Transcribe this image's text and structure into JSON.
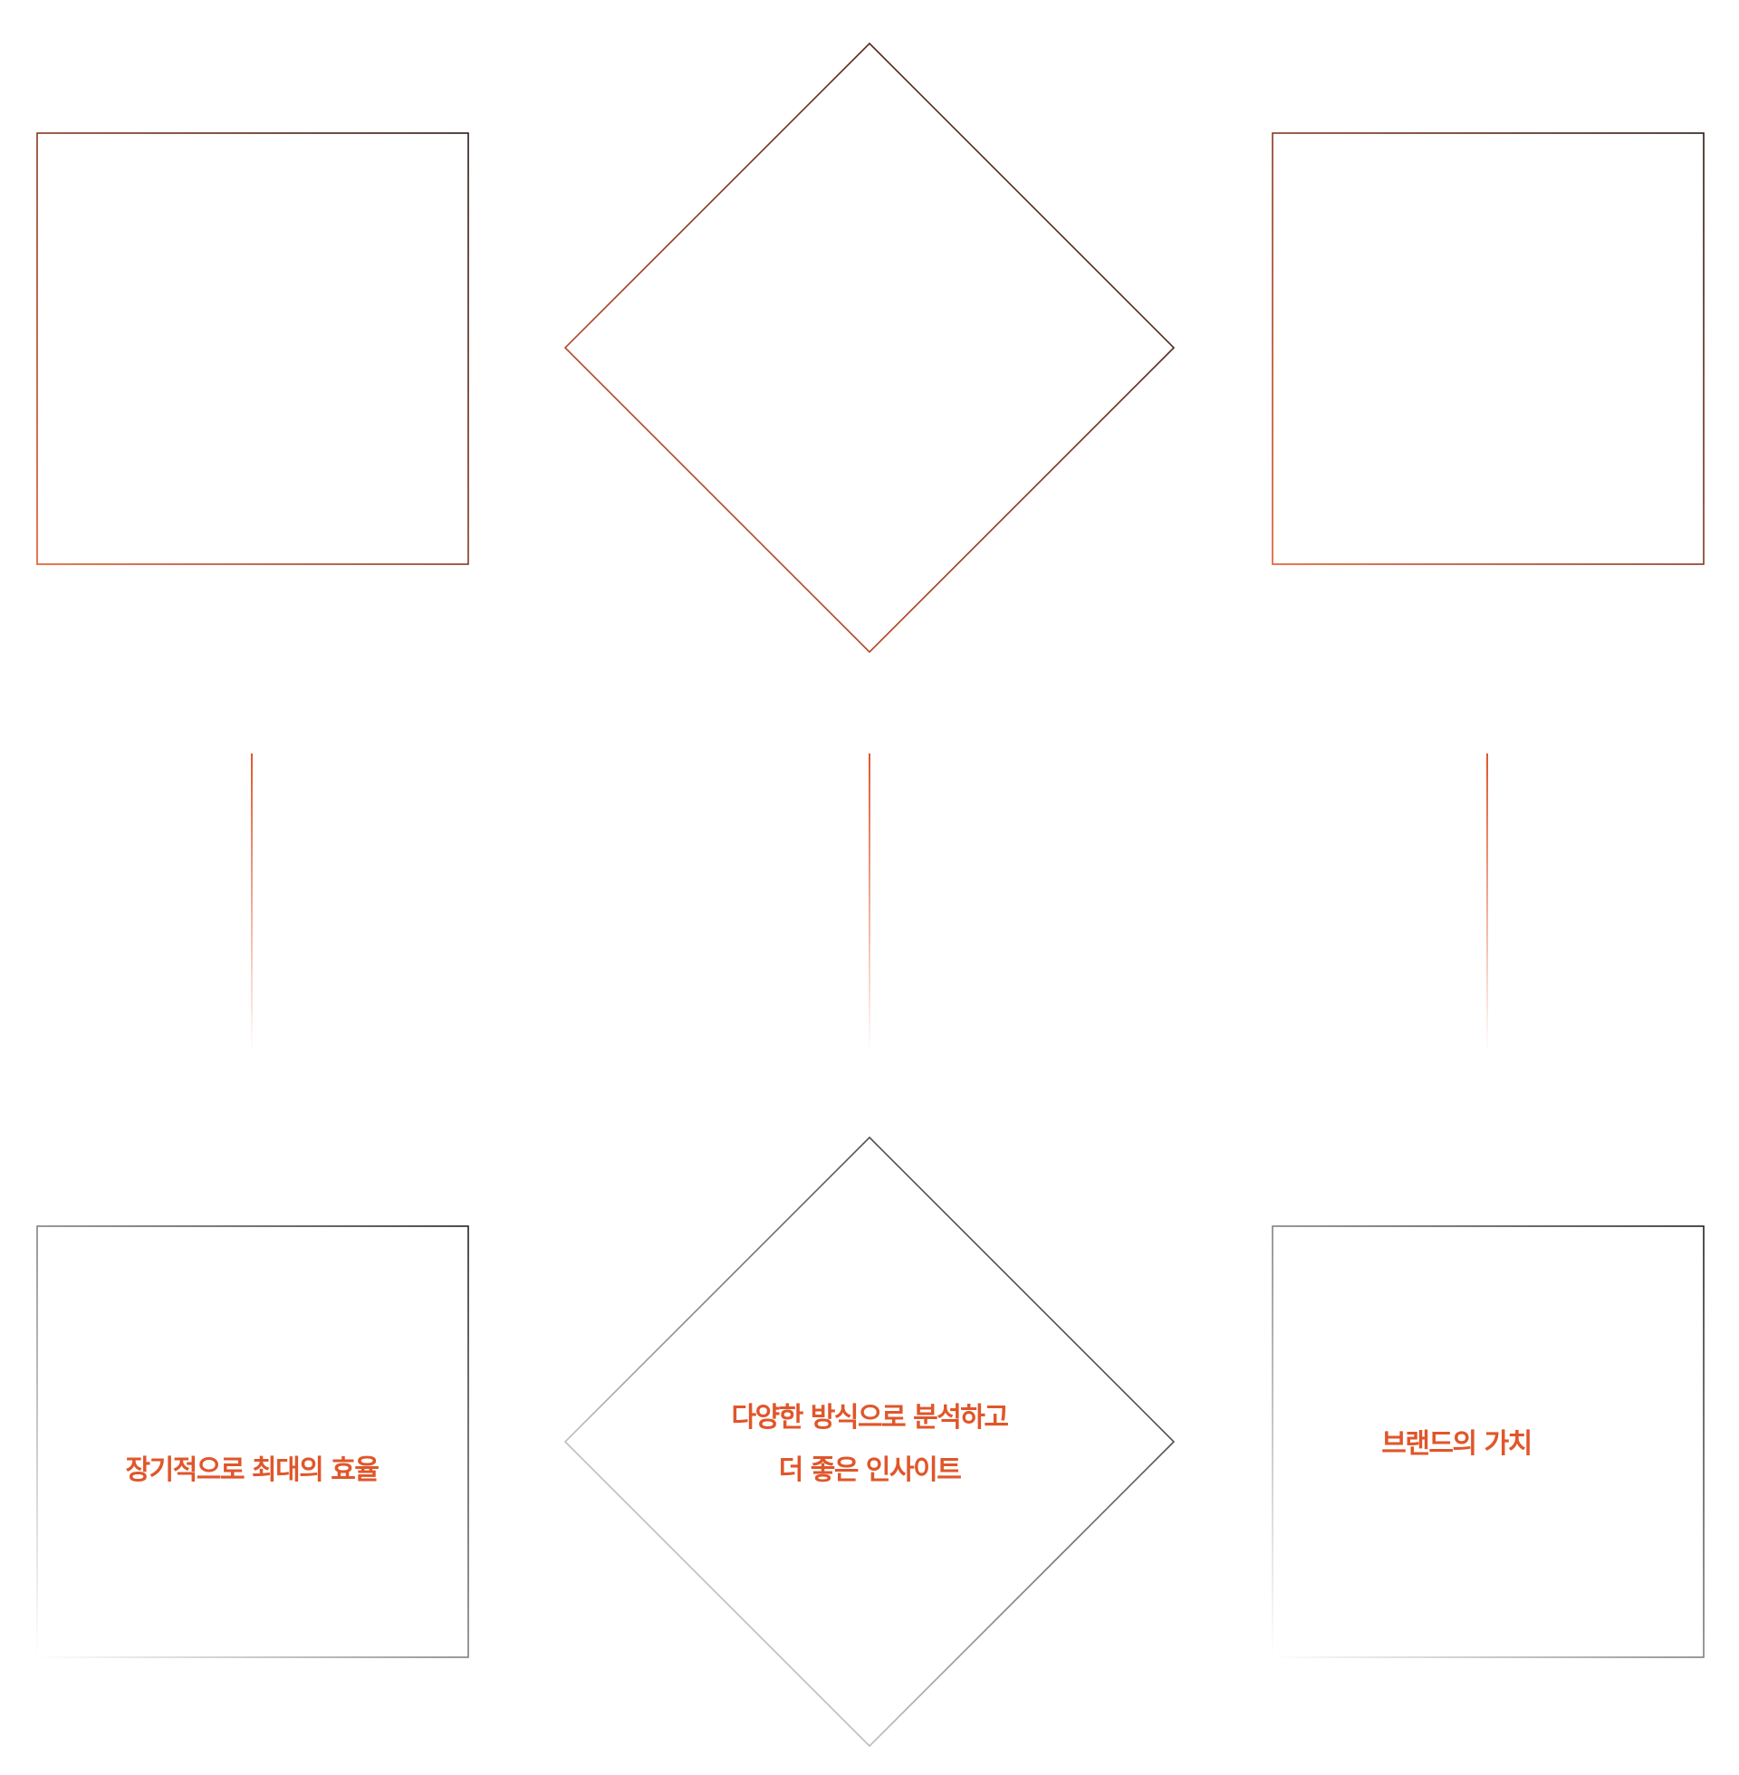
{
  "colors": {
    "accent": "#e0562a",
    "dark": "#2a1a17",
    "gray": "#555555"
  },
  "captions": {
    "left": "장기적으로 최대의 효율",
    "middle_line1": "다양한 방식으로 분석하고",
    "middle_line2": "더 좋은 인사이트",
    "right": "브랜드의 가치"
  }
}
